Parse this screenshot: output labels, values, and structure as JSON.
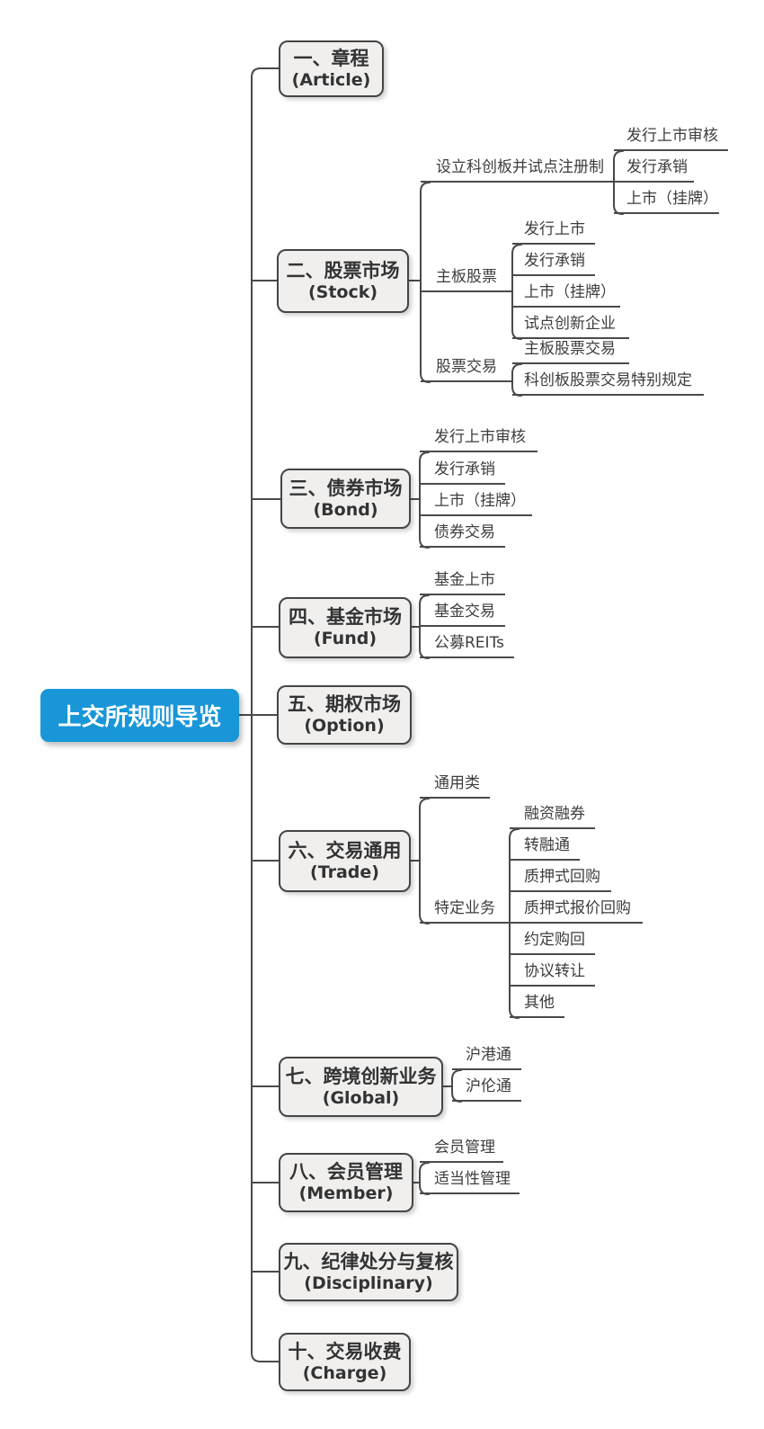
{
  "root": {
    "label": "上交所规则导览"
  },
  "branches": [
    {
      "title": "一、章程",
      "subtitle": "(Article)",
      "children": []
    },
    {
      "title": "二、股票市场",
      "subtitle": "(Stock)",
      "children": [
        {
          "label": "设立科创板并试点注册制",
          "children": [
            {
              "label": "发行上市审核"
            },
            {
              "label": "发行承销"
            },
            {
              "label": "上市（挂牌）"
            }
          ]
        },
        {
          "label": "主板股票",
          "children": [
            {
              "label": "发行上市"
            },
            {
              "label": "发行承销"
            },
            {
              "label": "上市（挂牌）"
            },
            {
              "label": "试点创新企业"
            }
          ]
        },
        {
          "label": "股票交易",
          "children": [
            {
              "label": "主板股票交易"
            },
            {
              "label": "科创板股票交易特别规定"
            }
          ]
        }
      ]
    },
    {
      "title": "三、债券市场",
      "subtitle": "(Bond)",
      "children": [
        {
          "label": "发行上市审核"
        },
        {
          "label": "发行承销"
        },
        {
          "label": "上市（挂牌）"
        },
        {
          "label": "债券交易"
        }
      ]
    },
    {
      "title": "四、基金市场",
      "subtitle": "(Fund)",
      "children": [
        {
          "label": "基金上市"
        },
        {
          "label": "基金交易"
        },
        {
          "label": "公募REITs"
        }
      ]
    },
    {
      "title": "五、期权市场",
      "subtitle": "(Option)",
      "children": []
    },
    {
      "title": "六、交易通用",
      "subtitle": "(Trade)",
      "children": [
        {
          "label": "通用类"
        },
        {
          "label": "特定业务",
          "children": [
            {
              "label": "融资融券"
            },
            {
              "label": "转融通"
            },
            {
              "label": "质押式回购"
            },
            {
              "label": "质押式报价回购"
            },
            {
              "label": "约定购回"
            },
            {
              "label": "协议转让"
            },
            {
              "label": "其他"
            }
          ]
        }
      ]
    },
    {
      "title": "七、跨境创新业务",
      "subtitle": "(Global)",
      "children": [
        {
          "label": "沪港通"
        },
        {
          "label": "沪伦通"
        }
      ]
    },
    {
      "title": "八、会员管理",
      "subtitle": "(Member)",
      "children": [
        {
          "label": "会员管理"
        },
        {
          "label": "适当性管理"
        }
      ]
    },
    {
      "title": "九、纪律处分与复核",
      "subtitle": "(Disciplinary)",
      "children": []
    },
    {
      "title": "十、交易收费",
      "subtitle": "(Charge)",
      "children": []
    }
  ],
  "colors": {
    "root_fill": "#1896d8",
    "root_text": "#ffffff",
    "box_fill": "#f0efee",
    "box_border": "#454545",
    "connector": "#4a4a4a",
    "label_text": "#3d3d3d"
  }
}
